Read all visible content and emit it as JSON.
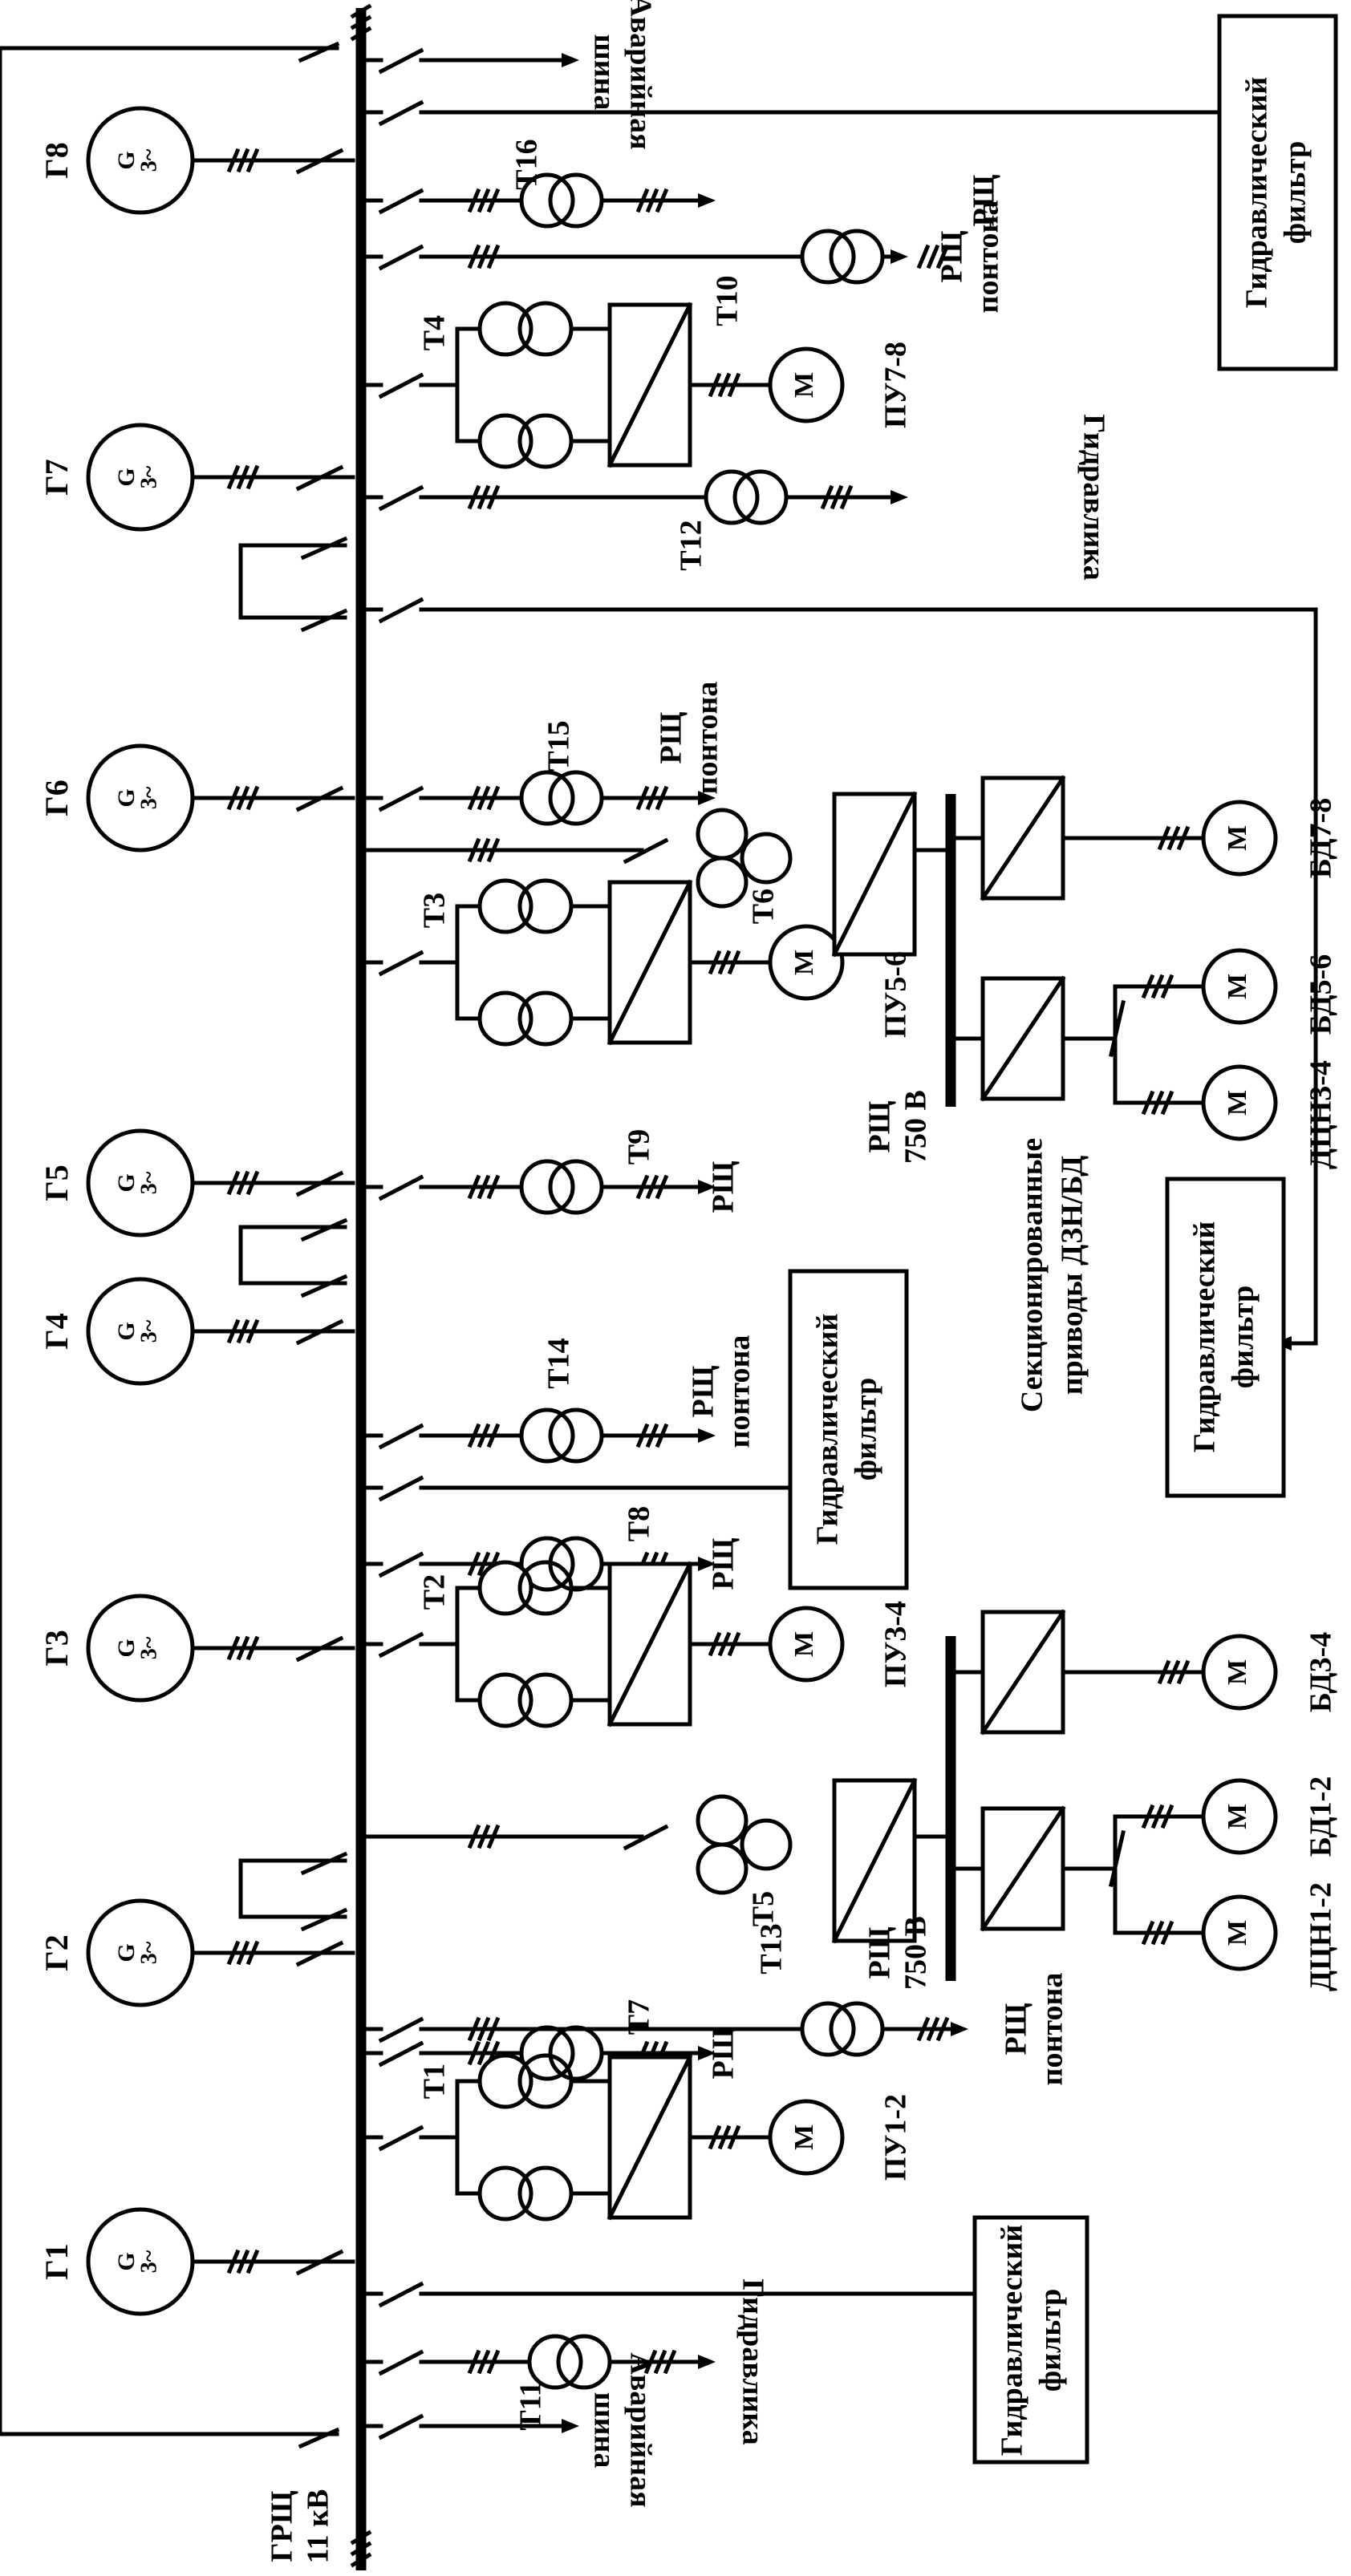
{
  "bus": {
    "name": "ГРЩ",
    "voltage": "11 кВ"
  },
  "generators": [
    {
      "label": "Г1",
      "symbol": "G"
    },
    {
      "label": "Г2",
      "symbol": "G"
    },
    {
      "label": "Г3",
      "symbol": "G"
    },
    {
      "label": "Г4",
      "symbol": "G"
    },
    {
      "label": "Г5",
      "symbol": "G"
    },
    {
      "label": "Г6",
      "symbol": "G"
    },
    {
      "label": "Г7",
      "symbol": "G"
    },
    {
      "label": "Г8",
      "symbol": "G"
    }
  ],
  "generator_phase_mark": "3~",
  "transformers": {
    "t1": "Т1",
    "t2": "Т2",
    "t3": "Т3",
    "t4": "Т4",
    "t5": "Т5",
    "t6": "Т6",
    "t7": "Т7",
    "t8": "Т8",
    "t9": "Т9",
    "t10": "Т10",
    "t11": "Т11",
    "t12": "Т12",
    "t13": "Т13",
    "t14": "Т14",
    "t15": "Т15",
    "t16": "Т16"
  },
  "motor_symbol": "М",
  "propulsion": [
    "ПУ1-2",
    "ПУ3-4",
    "ПУ5-6",
    "ПУ7-8"
  ],
  "thrusters": [
    "БД1-2",
    "БД3-4",
    "БД5-6",
    "БД7-8"
  ],
  "dtsn": [
    "ДЦН1-2",
    "ДЦН3-4"
  ],
  "rsch": "РЩ",
  "rsch_ponton_line1": "РЩ",
  "rsch_ponton_line2": "понтона",
  "dc_bus_line1": "РЩ",
  "dc_bus_line2": "750 В",
  "emergency_line1": "Аварийная",
  "emergency_line2": "шина",
  "hydraulics": "Гидравлика",
  "filter_line1": "Гидравлический",
  "filter_line2": "фильтр",
  "sectioned_line1": "Секционированные",
  "sectioned_line2": "приводы ДЗН/БД"
}
